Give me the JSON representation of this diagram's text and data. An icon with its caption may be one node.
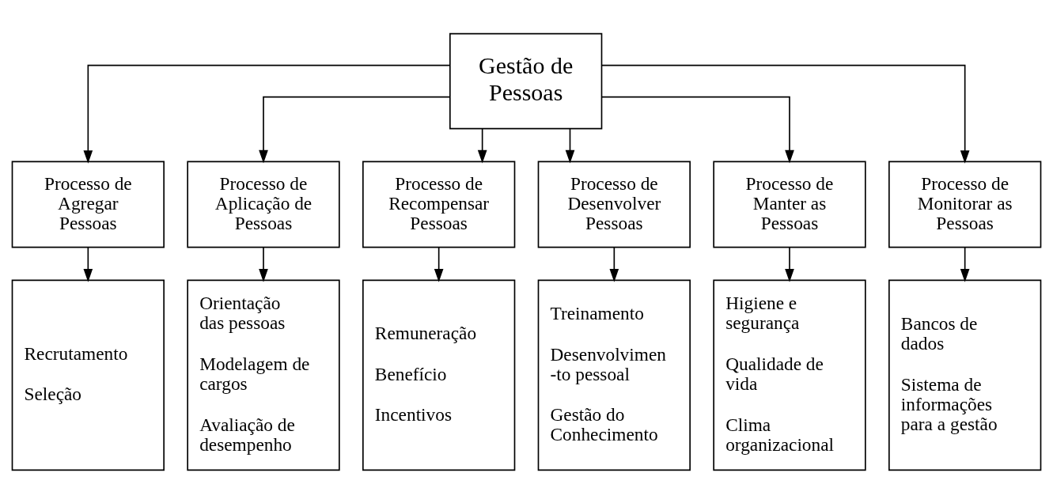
{
  "diagram": {
    "nodes": [
      {
        "text": [
          "Gestão de Pessoas"
        ]
      },
      {
        "text": [
          "Processo de Agregar Pessoas"
        ]
      },
      {
        "text": [
          "Recrutamento",
          "Seleção"
        ]
      },
      {
        "text": [
          "Processo de Aplicação de Pessoas"
        ]
      },
      {
        "text": [
          "Orientação das pessoas",
          "Modelagem de cargos",
          "Avaliação de desempenho"
        ]
      },
      {
        "text": [
          "Processo de Recompensar Pessoas"
        ]
      },
      {
        "text": [
          "Remuneração",
          "Benefício",
          "Incentivos"
        ]
      },
      {
        "text": [
          "Processo de Desenvolver Pessoas"
        ]
      },
      {
        "text": [
          "Treinamento",
          "Desenvolvimen -to pessoal",
          "Gestão do Conhecimento"
        ]
      },
      {
        "text": [
          "Processo de Manter as Pessoas"
        ]
      },
      {
        "text": [
          "Higiene e segurança",
          "Qualidade de vida",
          "Clima organizacional"
        ]
      },
      {
        "text": [
          "Processo de Monitorar as Pessoas"
        ]
      },
      {
        "text": [
          "Bancos de dados",
          "Sistema de informações para a gestão"
        ]
      }
    ],
    "edges": [
      {
        "from": 0,
        "to": 1,
        "arrow": "to"
      },
      {
        "from": 0,
        "to": 3,
        "arrow": "to"
      },
      {
        "from": 0,
        "to": 5,
        "arrow": "to"
      },
      {
        "from": 0,
        "to": 7,
        "arrow": "to"
      },
      {
        "from": 0,
        "to": 9,
        "arrow": "to"
      },
      {
        "from": 0,
        "to": 11,
        "arrow": "to"
      },
      {
        "from": 1,
        "to": 2,
        "arrow": "to"
      },
      {
        "from": 3,
        "to": 4,
        "arrow": "to"
      },
      {
        "from": 5,
        "to": 6,
        "arrow": "to"
      },
      {
        "from": 7,
        "to": 8,
        "arrow": "to"
      },
      {
        "from": 9,
        "to": 10,
        "arrow": "to"
      },
      {
        "from": 11,
        "to": 12,
        "arrow": "to"
      }
    ]
  }
}
